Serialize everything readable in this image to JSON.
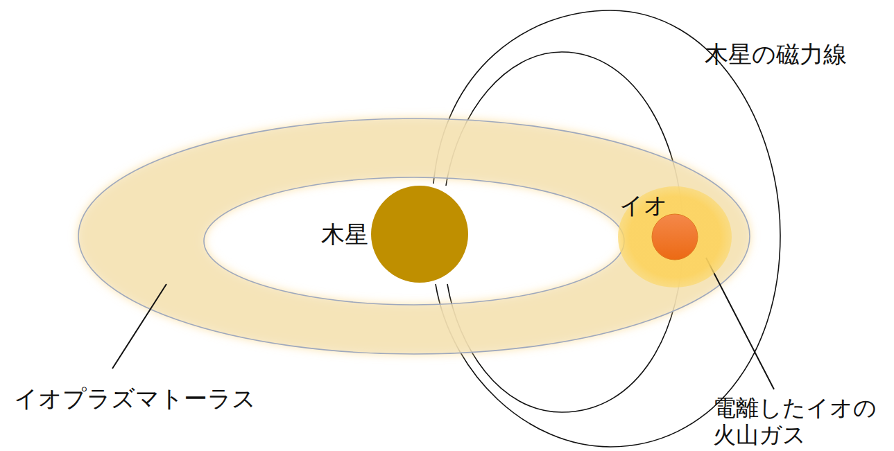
{
  "diagram": {
    "nodes": [
      {
        "text": [
          "木星"
        ]
      },
      {
        "text": [
          "イオ"
        ]
      }
    ],
    "labels": [
      "木星の磁力線",
      "イオプラズマトーラス",
      "電離したイオの 火山ガス"
    ]
  }
}
